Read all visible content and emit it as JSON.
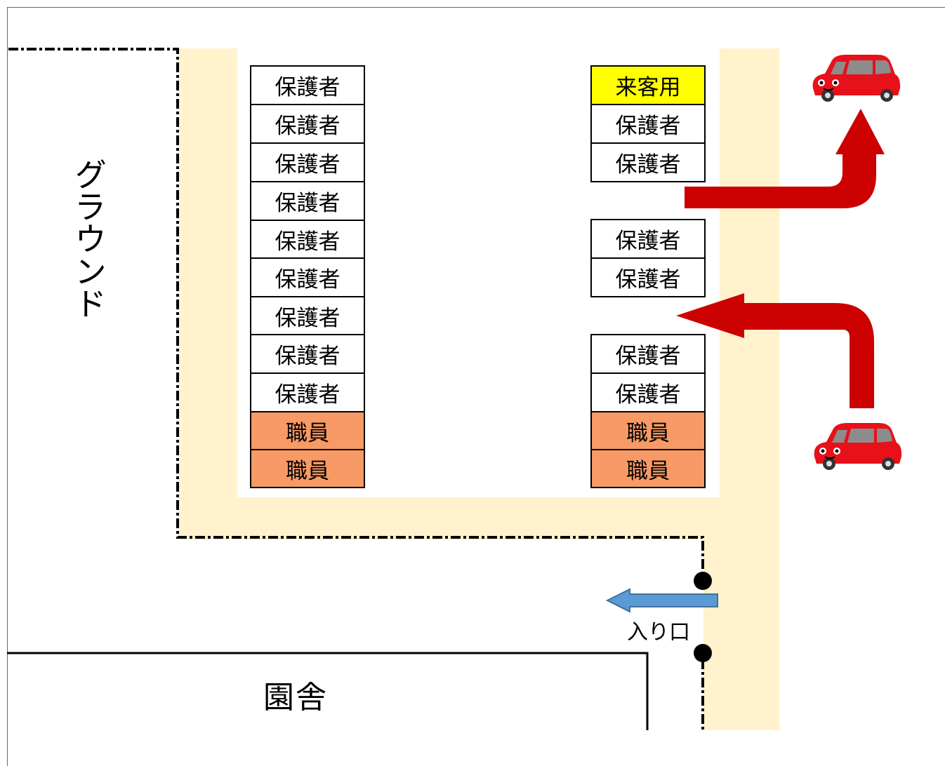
{
  "labels": {
    "ground": "グラウンド",
    "building": "園舎",
    "entrance": "入り口"
  },
  "left_column": [
    "保護者",
    "保護者",
    "保護者",
    "保護者",
    "保護者",
    "保護者",
    "保護者",
    "保護者",
    "保護者",
    "職員",
    "職員"
  ],
  "right_column": {
    "group1": [
      "来客用",
      "保護者",
      "保護者"
    ],
    "group2": [
      "保護者",
      "保護者"
    ],
    "group3": [
      "保護者",
      "保護者",
      "職員",
      "職員"
    ]
  },
  "colors": {
    "road": "#fff2cc",
    "parent_slot": "#ffffff",
    "staff_slot": "#f79a66",
    "guest_slot": "#ffff00",
    "traffic_arrow": "#cc0000",
    "entrance_arrow": "#5b9bd5",
    "car": "#e8101a"
  },
  "icons": [
    "car-icon",
    "traffic-arrow-icon",
    "entrance-arrow-icon",
    "gate-post-icon"
  ]
}
